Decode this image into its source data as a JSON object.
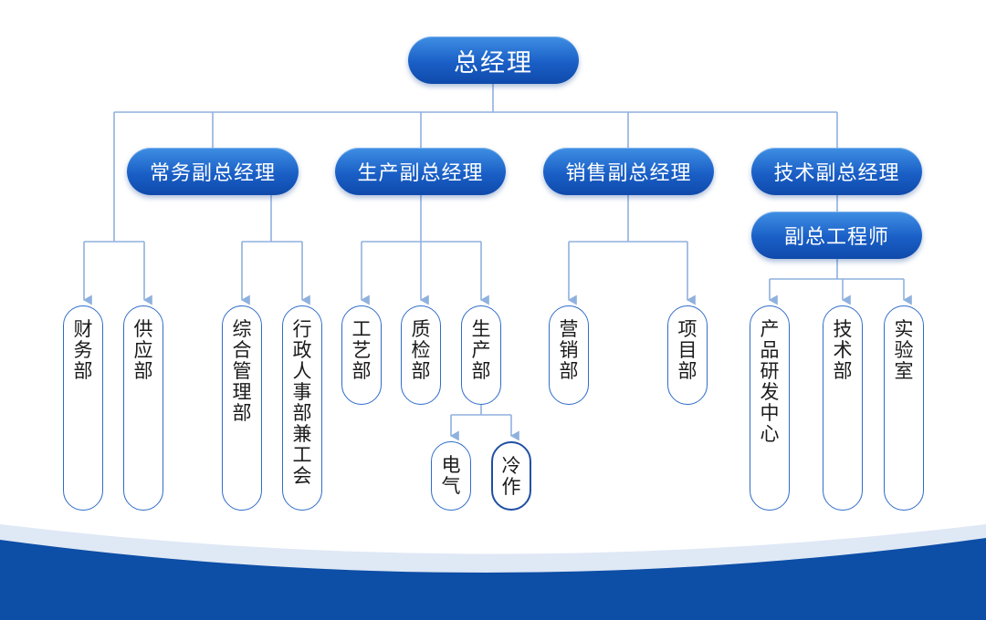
{
  "root": {
    "label": "总经理"
  },
  "vice_managers": [
    {
      "label": "常务副总经理"
    },
    {
      "label": "生产副总经理"
    },
    {
      "label": "销售副总经理"
    },
    {
      "label": "技术副总经理"
    }
  ],
  "deputy_engineer": {
    "label": "副总工程师"
  },
  "departments": [
    {
      "label": "财务部"
    },
    {
      "label": "供应部"
    },
    {
      "label": "综合管理部"
    },
    {
      "label": "行政人事部兼工会"
    },
    {
      "label": "工艺部"
    },
    {
      "label": "质检部"
    },
    {
      "label": "生产部"
    },
    {
      "label": "营销部"
    },
    {
      "label": "项目部"
    },
    {
      "label": "产品研发中心"
    },
    {
      "label": "技术部"
    },
    {
      "label": "实验室"
    }
  ],
  "sub_departments": [
    {
      "label": "电气"
    },
    {
      "label": "冷作"
    }
  ],
  "colors": {
    "node_gradient_top": "#3f8fe4",
    "node_gradient_bottom": "#0f4aab",
    "connector": "#8fb1dd",
    "box_border": "#2f6cc9",
    "wave_light": "#dfe8f5",
    "wave_dark": "#0d4ea6"
  }
}
